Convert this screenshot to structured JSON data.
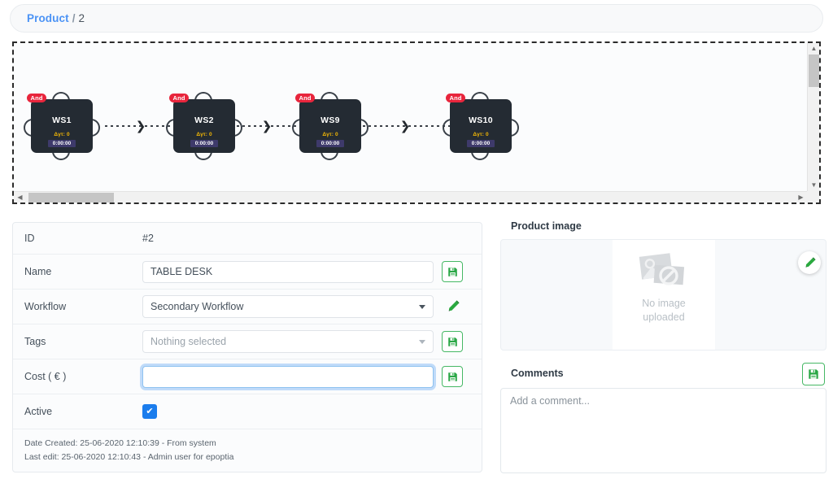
{
  "breadcrumb": {
    "root": "Product",
    "separator": "/",
    "current": "2"
  },
  "workflow": {
    "nodes": [
      {
        "badge": "And",
        "title": "WS1",
        "sub1": "Δγτ: 0",
        "sub2": "0:00:00"
      },
      {
        "badge": "And",
        "title": "WS2",
        "sub1": "Δγτ: 0",
        "sub2": "0:00:00"
      },
      {
        "badge": "And",
        "title": "WS9",
        "sub1": "Δγτ: 0",
        "sub2": "0:00:00"
      },
      {
        "badge": "And",
        "title": "WS10",
        "sub1": "Δγτ: 0",
        "sub2": "0:00:00"
      }
    ],
    "arrow_glyph": "❯",
    "scroll_up": "▲",
    "scroll_down": "▼",
    "scroll_left": "◀",
    "scroll_right": "▶"
  },
  "form": {
    "id_label": "ID",
    "id_value": "#2",
    "name_label": "Name",
    "name_value": "TABLE DESK",
    "workflow_label": "Workflow",
    "workflow_value": "Secondary Workflow",
    "tags_label": "Tags",
    "tags_placeholder": "Nothing selected",
    "cost_label": "Cost ( € )",
    "cost_value": "",
    "cost_placeholder": "",
    "active_label": "Active",
    "active_checked": true,
    "check_glyph": "✔",
    "date_created": "Date Created: 25-06-2020 12:10:39 - From system",
    "last_edit": "Last edit: 25-06-2020 12:10:43 - Admin user for epoptia"
  },
  "product_image": {
    "heading": "Product image",
    "empty_line1": "No image",
    "empty_line2": "uploaded"
  },
  "comments": {
    "heading": "Comments",
    "placeholder": "Add a comment..."
  },
  "colors": {
    "link": "#4b93f5",
    "node_bg": "#242b33",
    "badge_red": "#e8253c",
    "save_green": "#46b865",
    "checkbox_blue": "#1b7ded",
    "focus_blue": "#8ec2f0"
  }
}
